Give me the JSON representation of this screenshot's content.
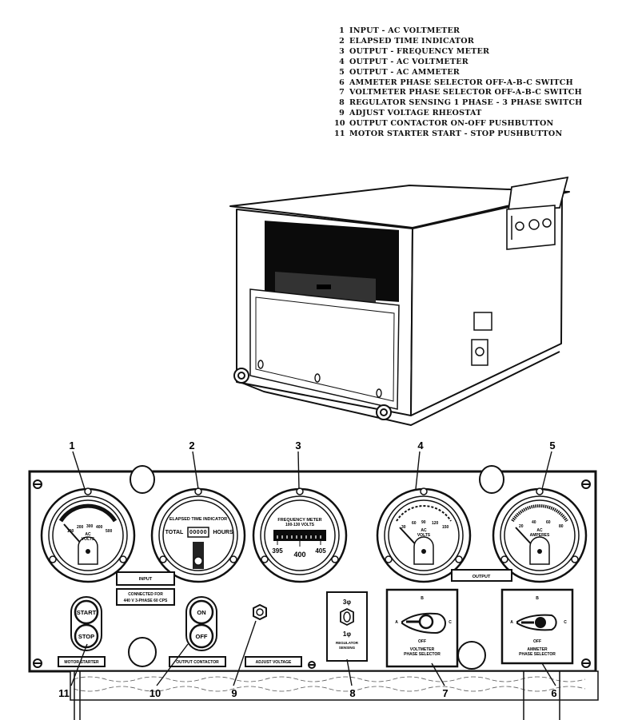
{
  "legend": [
    {
      "num": "1",
      "label": "INPUT - AC VOLTMETER"
    },
    {
      "num": "2",
      "label": "ELAPSED TIME INDICATOR"
    },
    {
      "num": "3",
      "label": "OUTPUT - FREQUENCY METER"
    },
    {
      "num": "4",
      "label": "OUTPUT - AC VOLTMETER"
    },
    {
      "num": "5",
      "label": "OUTPUT - AC AMMETER"
    },
    {
      "num": "6",
      "label": "AMMETER PHASE SELECTOR OFF-A-B-C SWITCH"
    },
    {
      "num": "7",
      "label": "VOLTMETER PHASE SELECTOR OFF-A-B-C SWITCH"
    },
    {
      "num": "8",
      "label": "REGULATOR SENSING 1 PHASE - 3 PHASE SWITCH"
    },
    {
      "num": "9",
      "label": "ADJUST VOLTAGE RHEOSTAT"
    },
    {
      "num": "10",
      "label": "OUTPUT CONTACTOR ON-OFF PUSHBUTTON"
    },
    {
      "num": "11",
      "label": "MOTOR STARTER START - STOP PUSHBUTTON"
    }
  ],
  "panel": {
    "input_voltmeter": {
      "unit1": "AC",
      "unit2": "VOLTS",
      "ticks": [
        "100",
        "200",
        "300",
        "400",
        "500"
      ]
    },
    "elapsed_time": {
      "title": "ELAPSED TIME INDICATOR",
      "left": "TOTAL",
      "right": "HOURS",
      "digits": "00000"
    },
    "frequency_meter": {
      "title": "FREQUENCY METER",
      "subtitle": "100-130 VOLTS",
      "ticks": [
        "395",
        "400",
        "405"
      ]
    },
    "output_voltmeter": {
      "unit1": "AC",
      "unit2": "VOLTS",
      "ticks": [
        "30",
        "60",
        "90",
        "120",
        "150"
      ]
    },
    "output_ammeter": {
      "unit1": "AC",
      "unit2": "AMPERES",
      "ticks": [
        "20",
        "40",
        "60",
        "80"
      ]
    },
    "plates": {
      "input": "INPUT",
      "connected_line1": "CONNECTED FOR",
      "connected_line2": "440 V 3-PHASE 60 CPS",
      "output": "OUTPUT",
      "motor_starter": "MOTOR STARTER",
      "output_contactor": "OUTPUT CONTACTOR",
      "adjust_voltage": "ADJUST VOLTAGE"
    },
    "buttons": {
      "start": "START",
      "stop": "STOP",
      "on": "ON",
      "off": "OFF"
    },
    "regulator": {
      "top": "3φ",
      "bottom": "1φ",
      "line1": "REGULATOR",
      "line2": "SENSING"
    },
    "voltmeter_selector": {
      "b": "B",
      "a": "A",
      "c": "C",
      "off": "OFF",
      "line1": "VOLTMETER",
      "line2": "PHASE SELECTOR"
    },
    "ammeter_selector": {
      "b": "B",
      "a": "A",
      "c": "C",
      "off": "OFF",
      "line1": "AMMETER",
      "line2": "PHASE SELECTOR"
    }
  },
  "callouts": [
    "1",
    "2",
    "3",
    "4",
    "5",
    "6",
    "7",
    "8",
    "9",
    "10",
    "11"
  ]
}
